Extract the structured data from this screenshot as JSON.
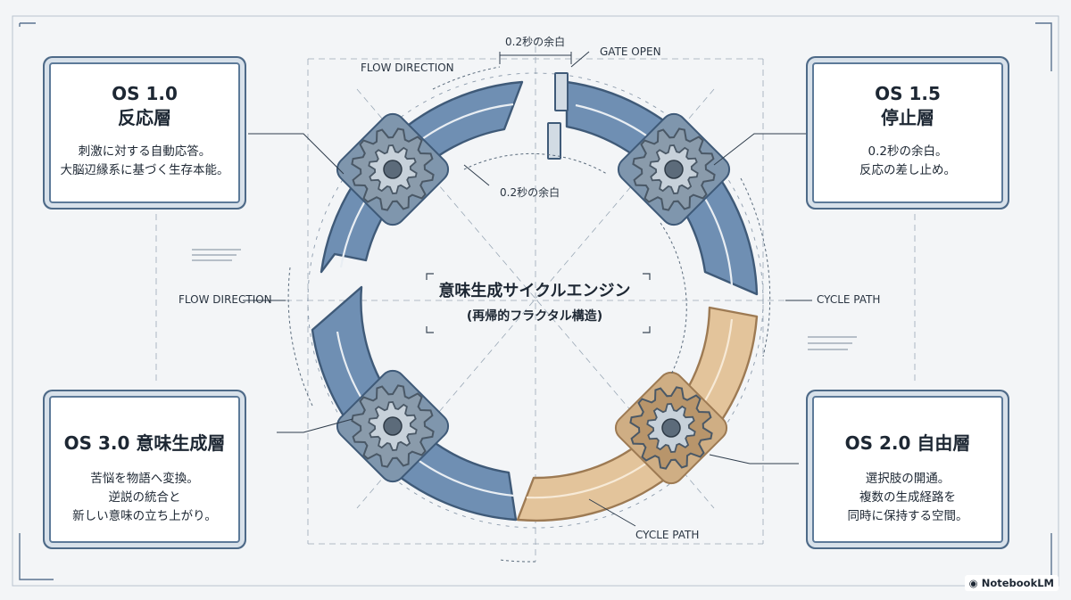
{
  "center": {
    "title": "意味生成サイクルエンジン",
    "subtitle": "(再帰的フラクタル構造)"
  },
  "panels": {
    "os10": {
      "title_line1": "OS 1.0",
      "title_line2": "反応層",
      "desc": [
        "刺激に対する自動応答。",
        "大脳辺縁系に基づく生存本能。"
      ]
    },
    "os15": {
      "title_line1": "OS 1.5",
      "title_line2": "停止層",
      "desc": [
        "0.2秒の余白。",
        "反応の差し止め。"
      ]
    },
    "os30": {
      "title": "OS 3.0 意味生成層",
      "desc": [
        "苦悩を物語へ変換。",
        "逆説の統合と",
        "新しい意味の立ち上がり。"
      ]
    },
    "os20": {
      "title": "OS 2.0 自由層",
      "desc": [
        "選択肢の開通。",
        "複数の生成経路を",
        "同時に保持する空間。"
      ]
    }
  },
  "labels": {
    "gap_top": "0.2秒の余白",
    "gate_open": "GATE OPEN",
    "flow_top": "FLOW DIRECTION",
    "gap_inner": "0.2秒の余白",
    "flow_left": "FLOW DIRECTION",
    "cycle_right": "CYCLE PATH",
    "cycle_bottom": "CYCLE PATH"
  },
  "brand": "NotebookLM",
  "colors": {
    "ring_blue": "#6f8fb3",
    "ring_blue_dark": "#3f5a78",
    "ring_tan": "#e3c49b",
    "ring_tan_dark": "#9d7a53",
    "gear": "#8a9bab",
    "gear_dark": "#4a5866"
  }
}
